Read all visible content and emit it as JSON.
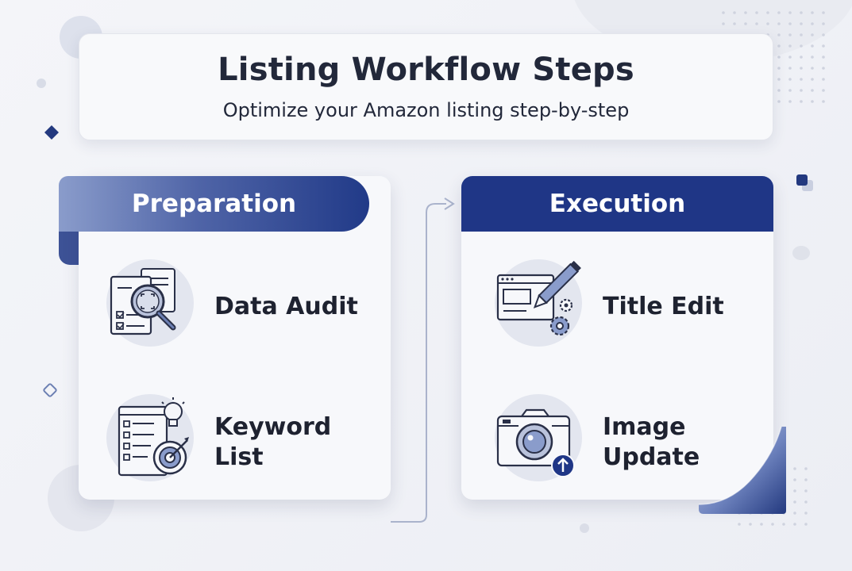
{
  "header": {
    "title": "Listing Workflow Steps",
    "subtitle": "Optimize your Amazon listing step-by-step"
  },
  "panels": [
    {
      "title": "Preparation",
      "steps": [
        {
          "label_lines": [
            "Data Audit"
          ],
          "icon": "document-magnifier-icon"
        },
        {
          "label_lines": [
            "Keyword",
            "List"
          ],
          "icon": "keyword-target-icon"
        }
      ]
    },
    {
      "title": "Execution",
      "steps": [
        {
          "label_lines": [
            "Title Edit"
          ],
          "icon": "pencil-window-gear-icon"
        },
        {
          "label_lines": [
            "Image",
            "Update"
          ],
          "icon": "camera-upload-icon"
        }
      ]
    }
  ],
  "colors": {
    "navy": "#1f3686",
    "gradient_light": "#8a9ccb",
    "icon_circle": "#e3e6ef",
    "background": "#f0f1f6"
  }
}
